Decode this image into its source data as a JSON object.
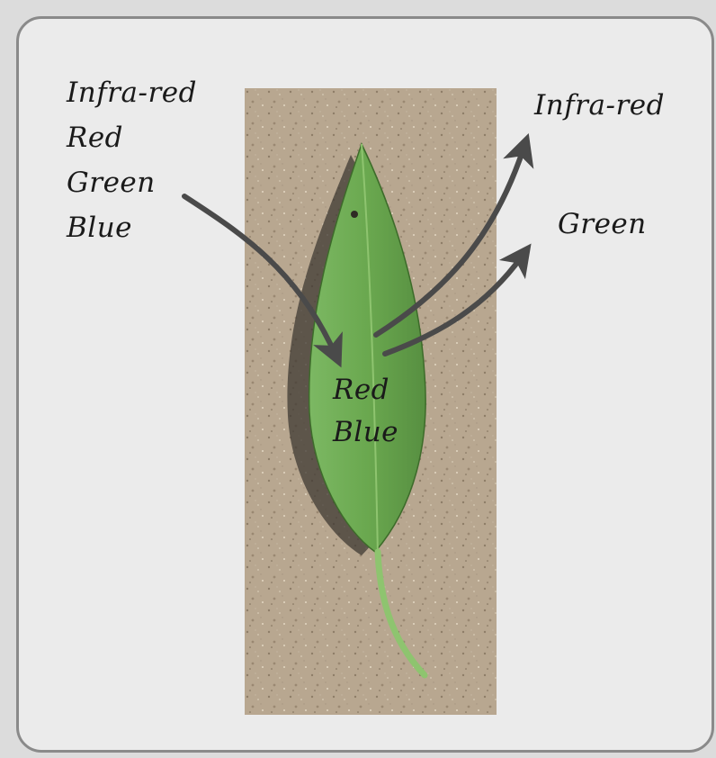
{
  "incoming": {
    "lines": [
      "Infra-red",
      "Red",
      "Green",
      "Blue"
    ]
  },
  "absorbed": {
    "lines": [
      "Red",
      "Blue"
    ]
  },
  "reflected": {
    "infrared": "Infra-red",
    "green": "Green"
  },
  "colors": {
    "panel_bg": "#ebebeb",
    "panel_border": "#8a8a8a",
    "soil": "#b5a48e",
    "leaf": "#6aa84f",
    "leaf_dark": "#4f8a3c",
    "arrow": "#4a4a4a"
  },
  "photo": {
    "subject": "leaf-on-soil-photo"
  }
}
